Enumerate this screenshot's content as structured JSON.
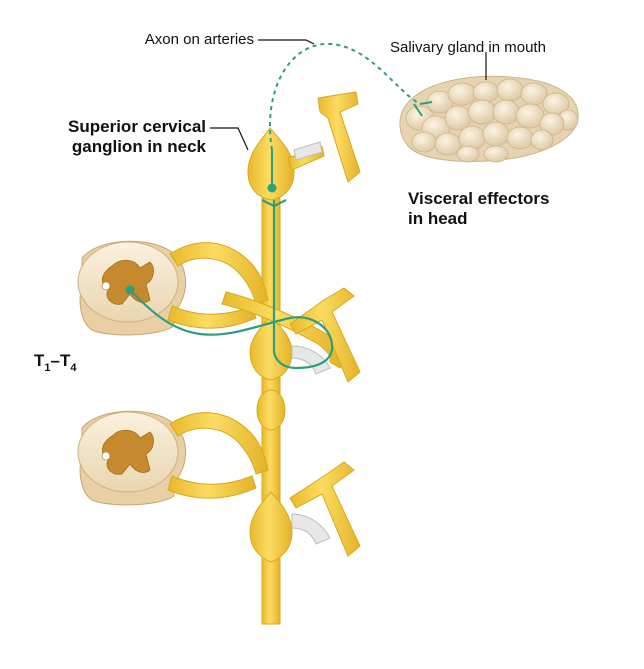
{
  "labels": {
    "axon_on_arteries": "Axon on arteries",
    "salivary_gland": "Salivary gland in mouth",
    "superior_ganglion_line1": "Superior cervical",
    "superior_ganglion_line2": "ganglion in neck",
    "visceral_effectors_line1": "Visceral effectors",
    "visceral_effectors_line2": "in head",
    "spinal_level_t": "T",
    "spinal_level_sub1": "1",
    "spinal_level_dash": "–T",
    "spinal_level_sub2": "4"
  },
  "colors": {
    "nerve": "#f3cb3a",
    "nerve_edge": "#d9a81c",
    "neuron": "#2e9e7c",
    "cord_white": "#f6e8cf",
    "cord_gray": "#c68a2e",
    "gland": "#efe2c8",
    "gland_edge": "#cdb48b"
  }
}
